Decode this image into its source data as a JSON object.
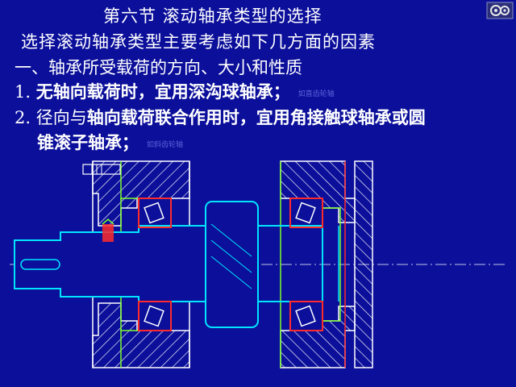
{
  "slide": {
    "title": "第六节  滚动轴承类型的选择",
    "subtitle": "选择滚动轴承类型主要考虑如下几方面的因素",
    "items": [
      {
        "prefix": "",
        "text": "一、轴承所受载荷的方向、大小和性质",
        "note": ""
      },
      {
        "prefix": "1. ",
        "text": "无轴向载荷时，宜用深沟球轴承；",
        "note": "如直齿轮轴"
      },
      {
        "prefix": "2. 径向与",
        "text": "轴向载荷联合作用时，宜用角接触球轴承或圆",
        "note": ""
      },
      {
        "prefix": "",
        "text": "锥滚子轴承；",
        "note": "如斜齿轮轴"
      }
    ]
  },
  "colors": {
    "background": "#0b0f9a",
    "shaft_outline": "#00e5ff",
    "housing_outline": "#ffffff",
    "bearing_outline": "#ff2a2a",
    "seal_outline": "#7dff2a",
    "note_text": "#5b62d8"
  },
  "icons": {
    "corner": "gear-logo-icon"
  }
}
